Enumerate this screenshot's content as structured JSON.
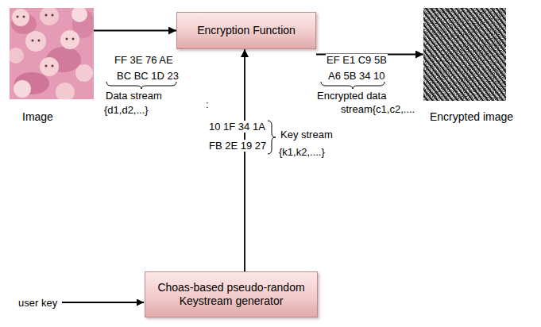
{
  "diagram": {
    "nodes": [
      {
        "text": [
          "Image"
        ]
      },
      {
        "text": [
          "Encryption Function"
        ]
      },
      {
        "text": [
          "Encrypted image"
        ]
      },
      {
        "text": [
          "Choas-based pseudo-random Keystream generator"
        ]
      }
    ],
    "edges": [
      {
        "from": 0,
        "to": 1,
        "arrow": "to"
      },
      {
        "from": 1,
        "to": 2,
        "arrow": "to"
      },
      {
        "from": 3,
        "to": 1,
        "arrow": "to"
      }
    ],
    "labels": [
      "FF 3E 76 AE",
      "BC BC 1D 23",
      "Data stream",
      "{d1,d2,...}",
      "EF E1 C9 5B",
      "A6 5B 34 10",
      "Encrypted data",
      "stream{c1,c2,....",
      ":",
      "10 1F 34 1A",
      "FB 2E 19 27",
      "Key stream",
      "{k1,k2,....}",
      "user key"
    ]
  }
}
